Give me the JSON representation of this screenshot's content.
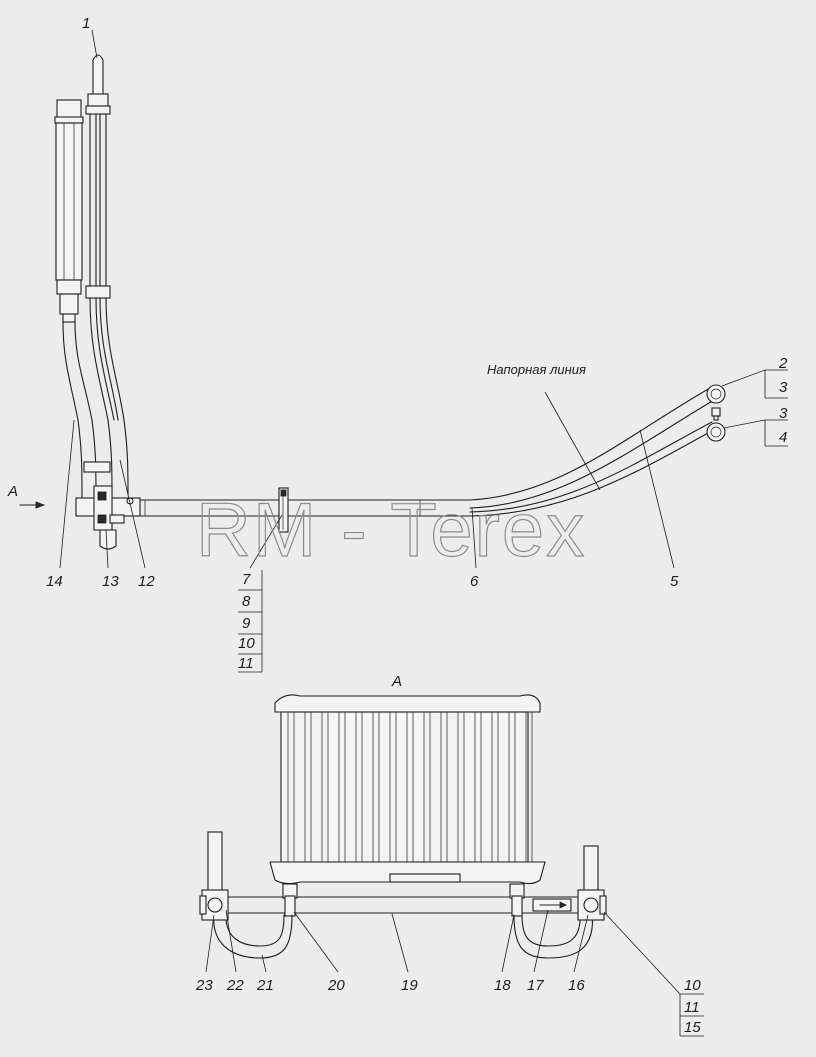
{
  "watermark": "RM - Terex",
  "view_label": "A",
  "arrow_label": "A",
  "annotation": "Напорная линия",
  "callouts": {
    "c1": "1",
    "c2": "2",
    "c3a": "3",
    "c3b": "3",
    "c4": "4",
    "c5": "5",
    "c6": "6",
    "c7": "7",
    "c8": "8",
    "c9": "9",
    "c10a": "10",
    "c11a": "11",
    "c12": "12",
    "c13": "13",
    "c14": "14",
    "c10b": "10",
    "c11b": "11",
    "c15": "15",
    "c16": "16",
    "c17": "17",
    "c18": "18",
    "c19": "19",
    "c20": "20",
    "c21": "21",
    "c22": "22",
    "c23": "23"
  },
  "colors": {
    "background": "#ededed",
    "line": "#1e1e1e",
    "watermark": "#8c8c8c"
  }
}
